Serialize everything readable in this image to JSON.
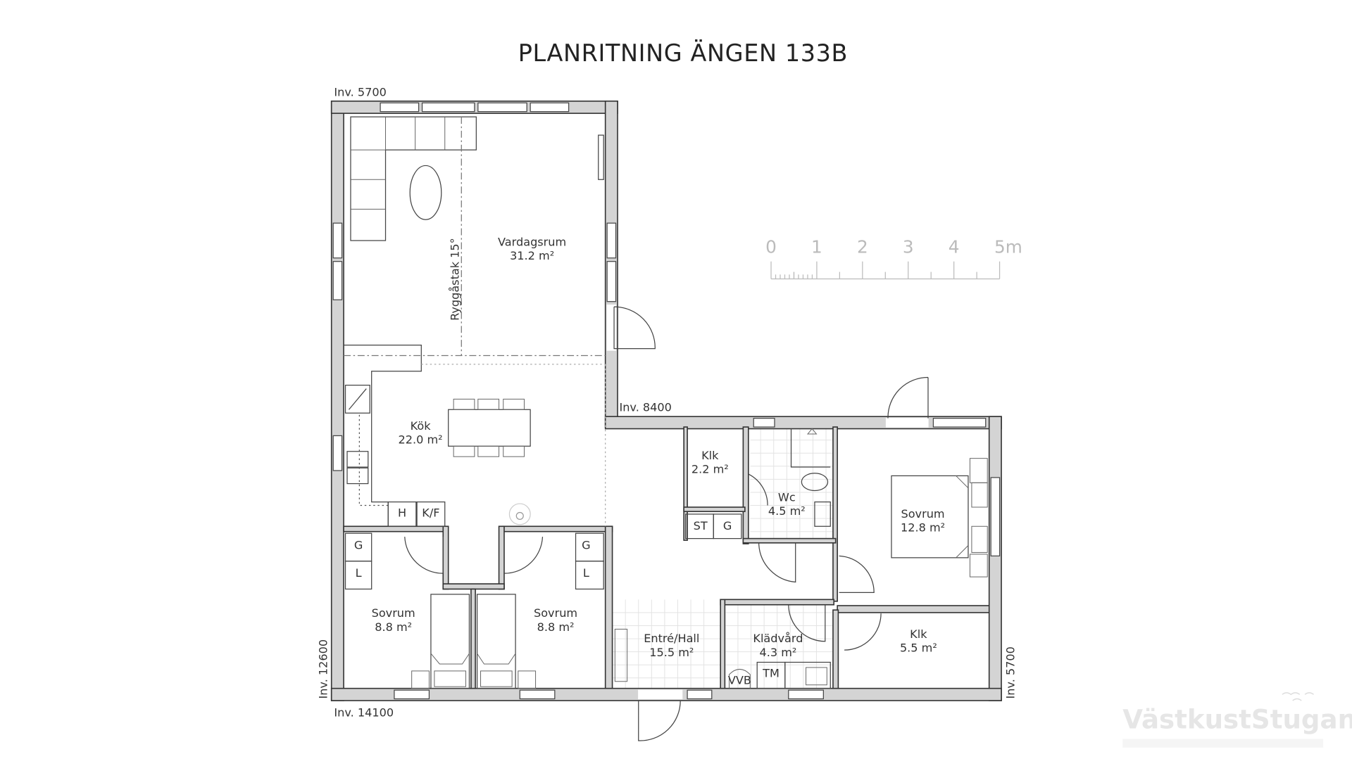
{
  "title": "PLANRITNING ÄNGEN 133B",
  "dimensions": {
    "top_left": "Inv. 5700",
    "inner_corner": "Inv. 8400",
    "bottom_left": "Inv. 14100",
    "left_side": "Inv. 12600",
    "right_side": "Inv. 5700"
  },
  "roof_label": "Ryggåstak 15°",
  "rooms": [
    {
      "name": "Vardagsrum",
      "area": "31.2 m²"
    },
    {
      "name": "Kök",
      "area": "22.0 m²"
    },
    {
      "name": "Klk",
      "area": "2.2 m²"
    },
    {
      "name": "Wc",
      "area": "4.5 m²"
    },
    {
      "name": "Sovrum",
      "area": "12.8 m²"
    },
    {
      "name": "Sovrum",
      "area": "8.8 m²"
    },
    {
      "name": "Sovrum",
      "area": "8.8 m²"
    },
    {
      "name": "Entré/Hall",
      "area": "15.5 m²"
    },
    {
      "name": "Klädvård",
      "area": "4.3 m²"
    },
    {
      "name": "Klk",
      "area": "5.5 m²"
    }
  ],
  "fixtures": {
    "h": "H",
    "kf": "K/F",
    "st": "ST",
    "g": "G",
    "l": "L",
    "tm": "TM",
    "vvb": "VVB"
  },
  "scale_bar": {
    "labels": [
      "0",
      "1",
      "2",
      "3",
      "4",
      "5m"
    ]
  },
  "logo": "VästkustStugan",
  "colors": {
    "wall": "#d4d4d4",
    "line": "#333333",
    "scale": "#bbbbbb"
  }
}
